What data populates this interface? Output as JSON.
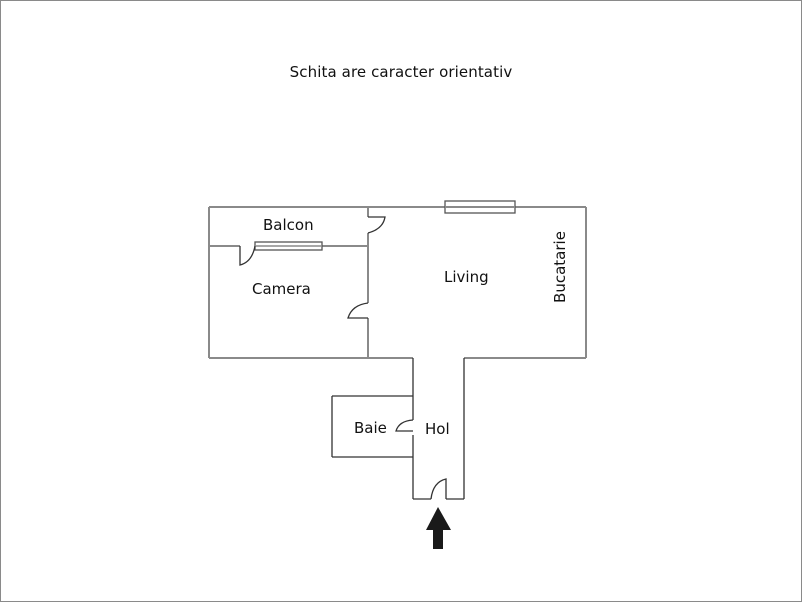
{
  "title": "Schita are caracter orientativ",
  "rooms": [
    {
      "id": "balcon",
      "label": "Balcon"
    },
    {
      "id": "camera",
      "label": "Camera"
    },
    {
      "id": "living",
      "label": "Living"
    },
    {
      "id": "bucatarie",
      "label": "Bucatarie"
    },
    {
      "id": "baie",
      "label": "Baie"
    },
    {
      "id": "hol",
      "label": "Hol"
    }
  ],
  "colors": {
    "wall": "#8a8a8a",
    "door": "#333333",
    "arrow": "#1a1a1a",
    "text": "#111111",
    "background": "#ffffff"
  },
  "entrance_icon": "arrow-up-icon"
}
